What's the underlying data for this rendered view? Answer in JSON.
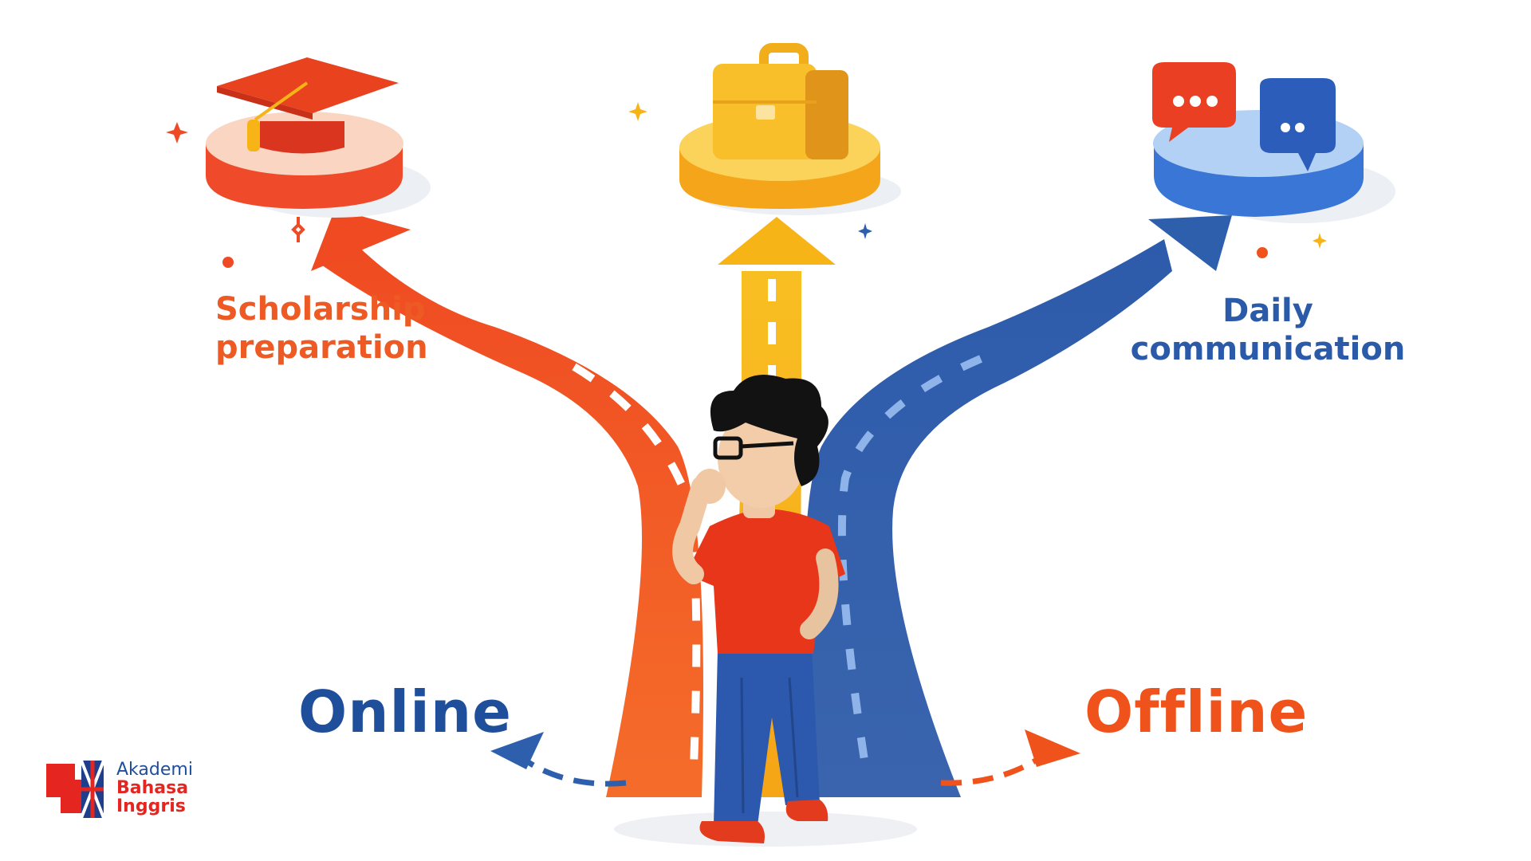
{
  "labels": {
    "scholarship_line1": "Scholarship",
    "scholarship_line2": "preparation",
    "daily_line1": "Daily",
    "daily_line2": "communication",
    "online": "Online",
    "offline": "Offline"
  },
  "logo": {
    "line1": "Akademi",
    "line2": "Bahasa",
    "line3": "Inggris"
  },
  "colors": {
    "orange_path": "#f2541f",
    "yellow_path": "#f7b417",
    "blue_path": "#2e5fad",
    "online_text": "#1f4e9b",
    "offline_text": "#f0521c"
  },
  "icons": [
    "graduation-cap-icon",
    "briefcase-icon",
    "chat-bubbles-icon"
  ]
}
